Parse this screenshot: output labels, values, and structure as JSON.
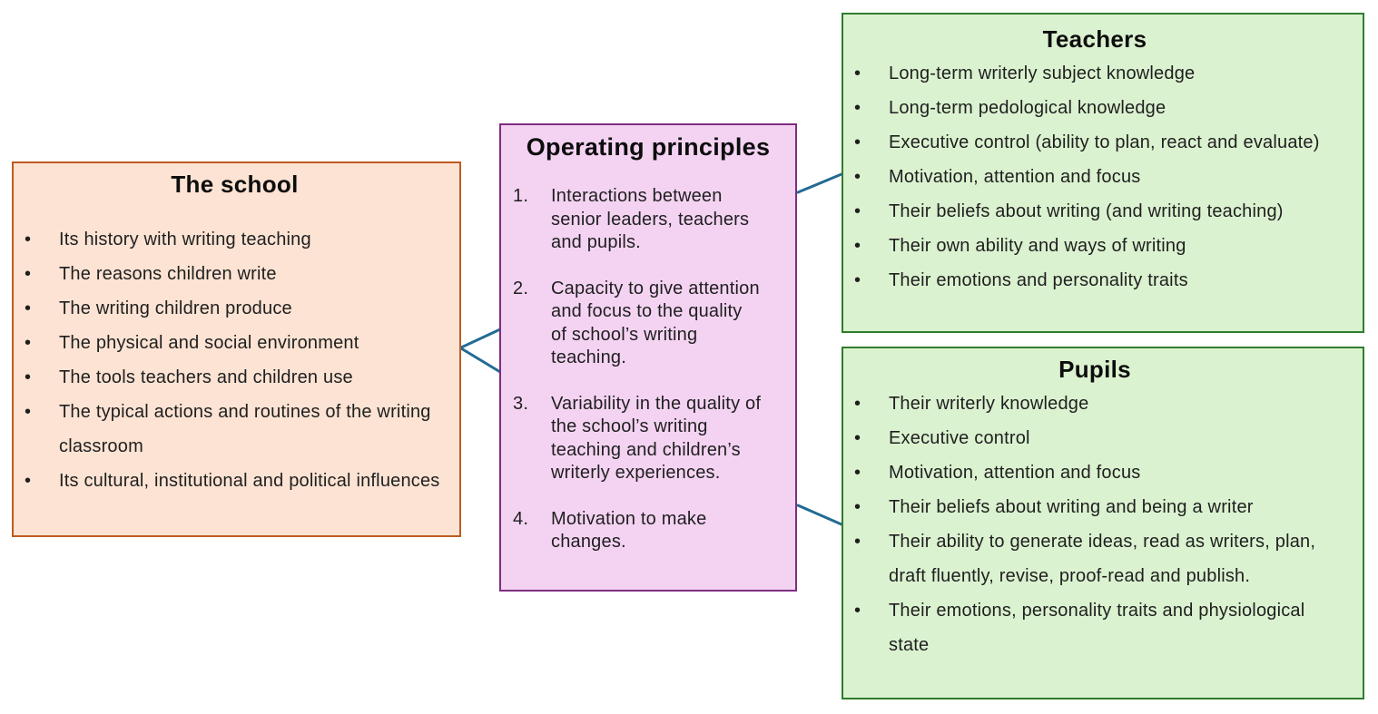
{
  "diagram": {
    "boxes": {
      "school": {
        "title": "The school",
        "items": [
          "Its history with writing teaching",
          "The reasons children write",
          "The writing children produce",
          "The physical and social environment",
          "The tools teachers and children use",
          "The typical actions and routines of the writing classroom",
          "Its cultural, institutional and political influences"
        ]
      },
      "principles": {
        "title": "Operating principles",
        "items": [
          "Interactions between senior leaders, teachers and pupils.",
          "Capacity to give attention and focus to the quality of school’s writing teaching.",
          "Variability in the quality of the school’s writing teaching and children’s writerly experiences.",
          "Motivation to make changes."
        ]
      },
      "teachers": {
        "title": "Teachers",
        "items": [
          "Long-term writerly subject knowledge",
          "Long-term pedological knowledge",
          "Executive control (ability to plan, react and evaluate)",
          "Motivation, attention and focus",
          "Their beliefs about writing (and writing teaching)",
          "Their own ability and ways of writing",
          "Their emotions and personality traits"
        ]
      },
      "pupils": {
        "title": "Pupils",
        "items": [
          "Their writerly knowledge",
          "Executive control",
          "Motivation, attention and focus",
          "Their beliefs about writing and being a writer",
          "Their ability to generate ideas, read as writers, plan, draft fluently, revise, proof-read and publish.",
          "Their emotions, personality traits and physiological state"
        ]
      }
    },
    "colors": {
      "school_fill": "#FCE3D3",
      "school_border": "#BE5B1F",
      "principles_fill": "#F4D3F2",
      "principles_border": "#7E2D81",
      "green_fill": "#DBF2D0",
      "green_border": "#2E7D2E",
      "connector": "#226B94"
    }
  }
}
